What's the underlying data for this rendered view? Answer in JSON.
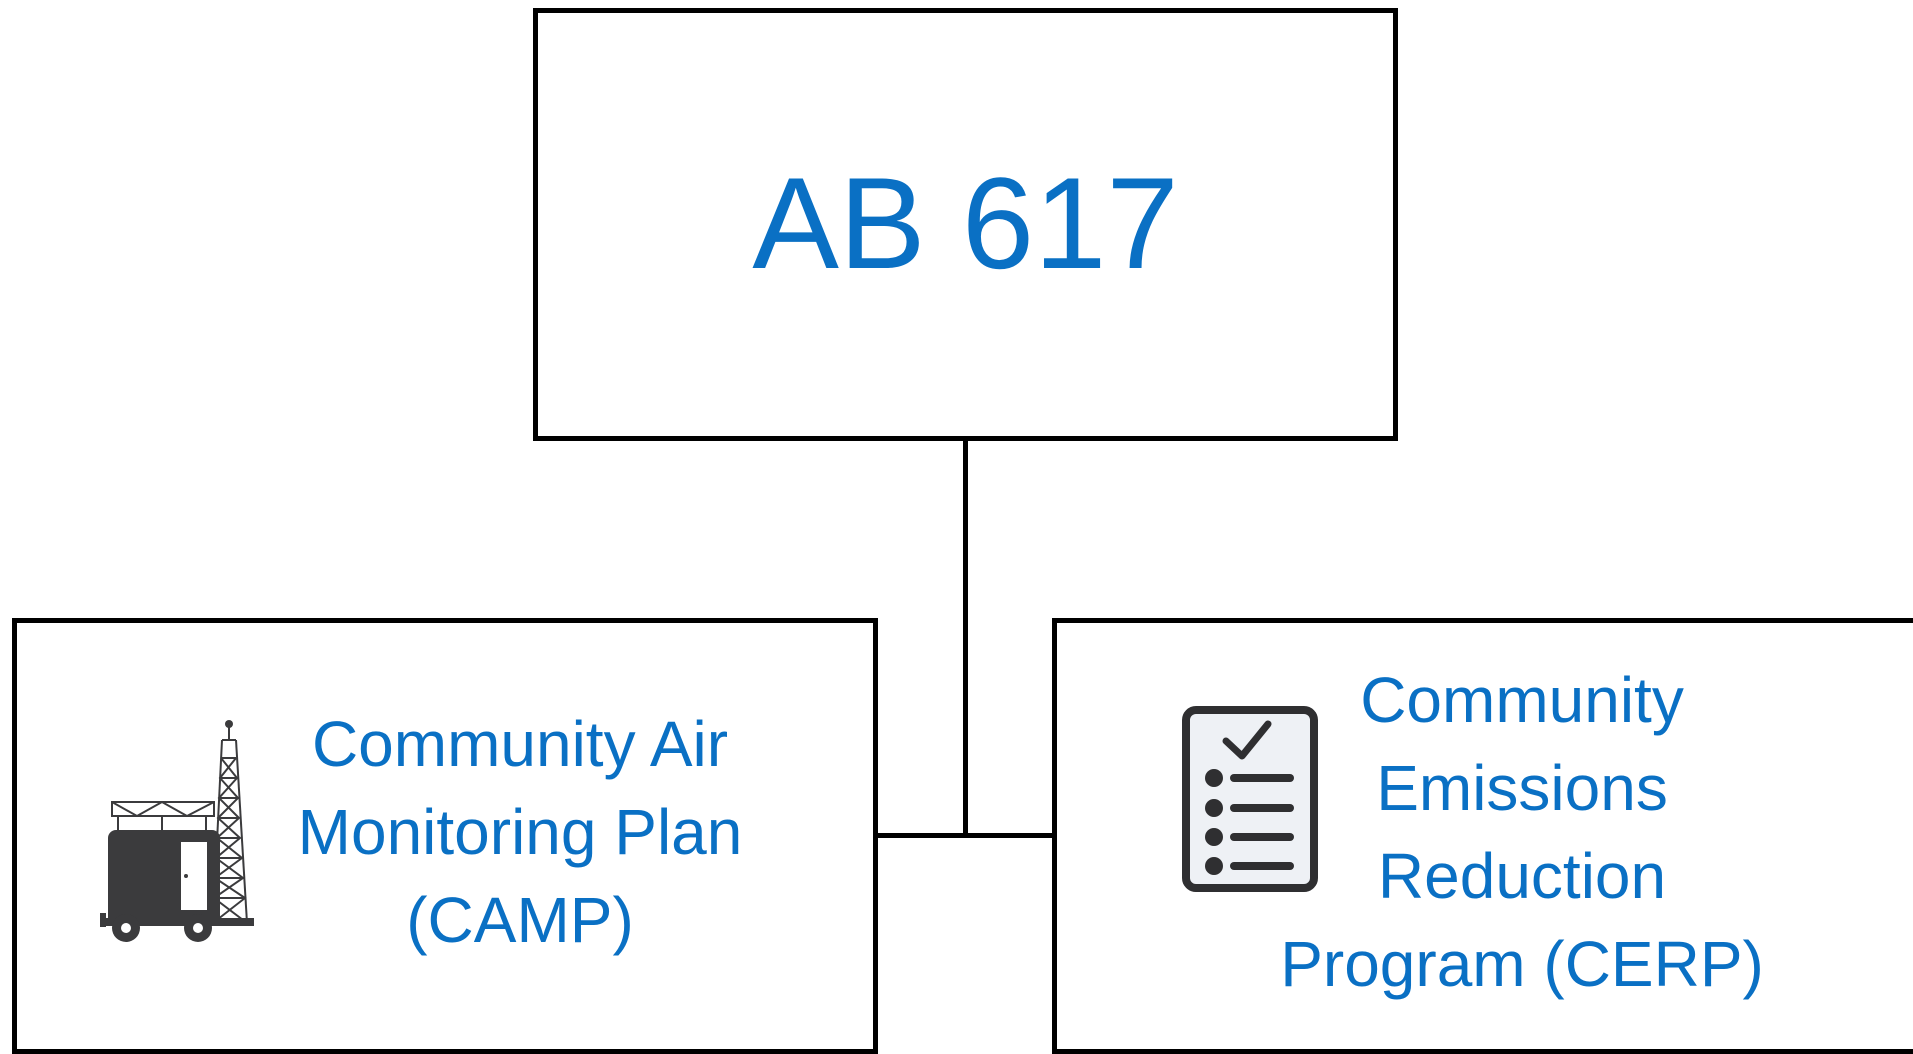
{
  "diagram": {
    "root": {
      "label": "AB 617"
    },
    "children": [
      {
        "label": "Community Air Monitoring Plan (CAMP)",
        "icon": "air-monitoring-trailer-icon"
      },
      {
        "label": "Community Emissions Reduction Program (CERP)",
        "icon": "checklist-icon"
      }
    ],
    "colors": {
      "text": "#0a70c4",
      "border": "#000000",
      "icon": "#3b3b3d"
    }
  }
}
